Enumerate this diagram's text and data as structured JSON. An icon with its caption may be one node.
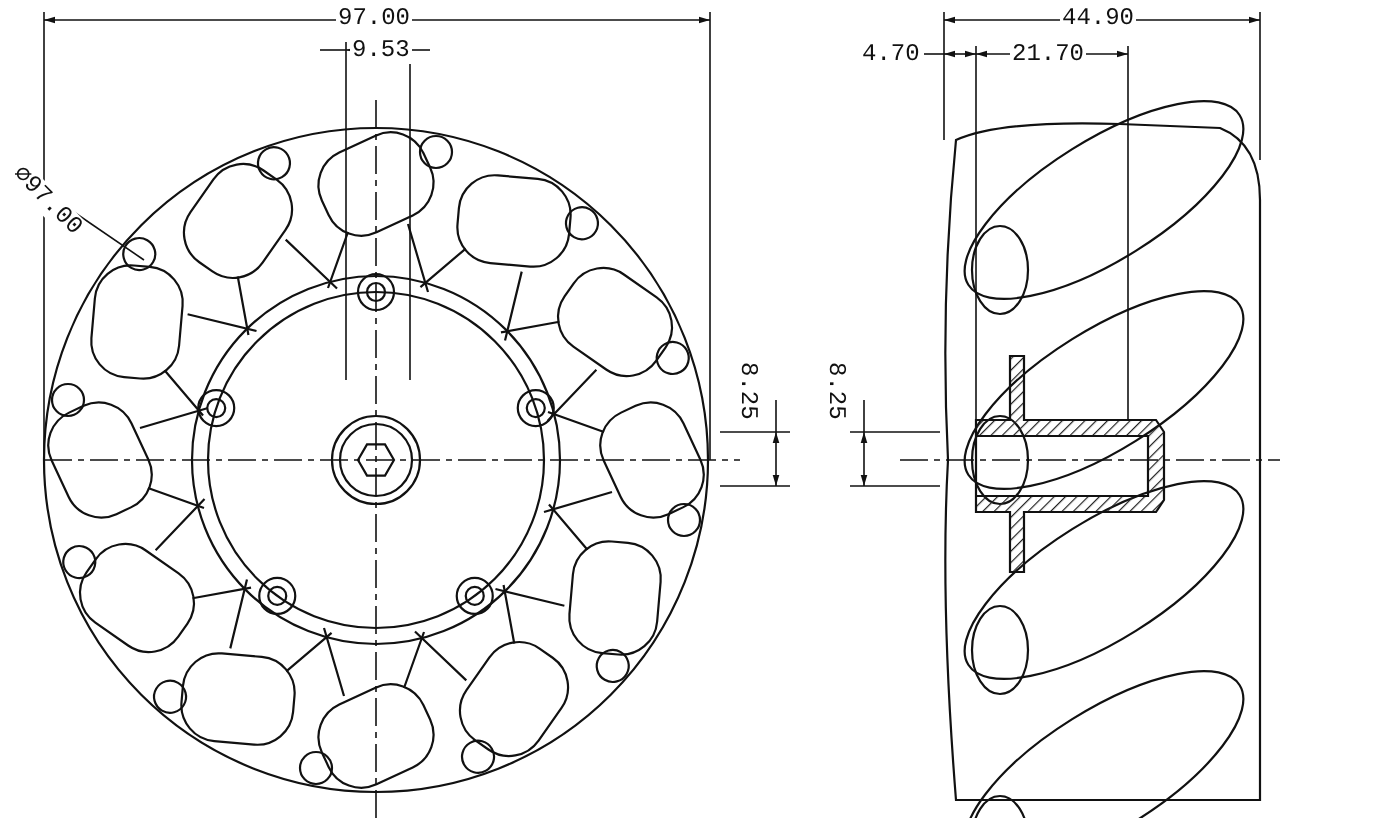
{
  "diagram": {
    "labels": [
      "97.00",
      "9.53",
      "⌀97.00",
      "8.25",
      "44.90",
      "4.70",
      "21.70",
      "8.25"
    ]
  }
}
